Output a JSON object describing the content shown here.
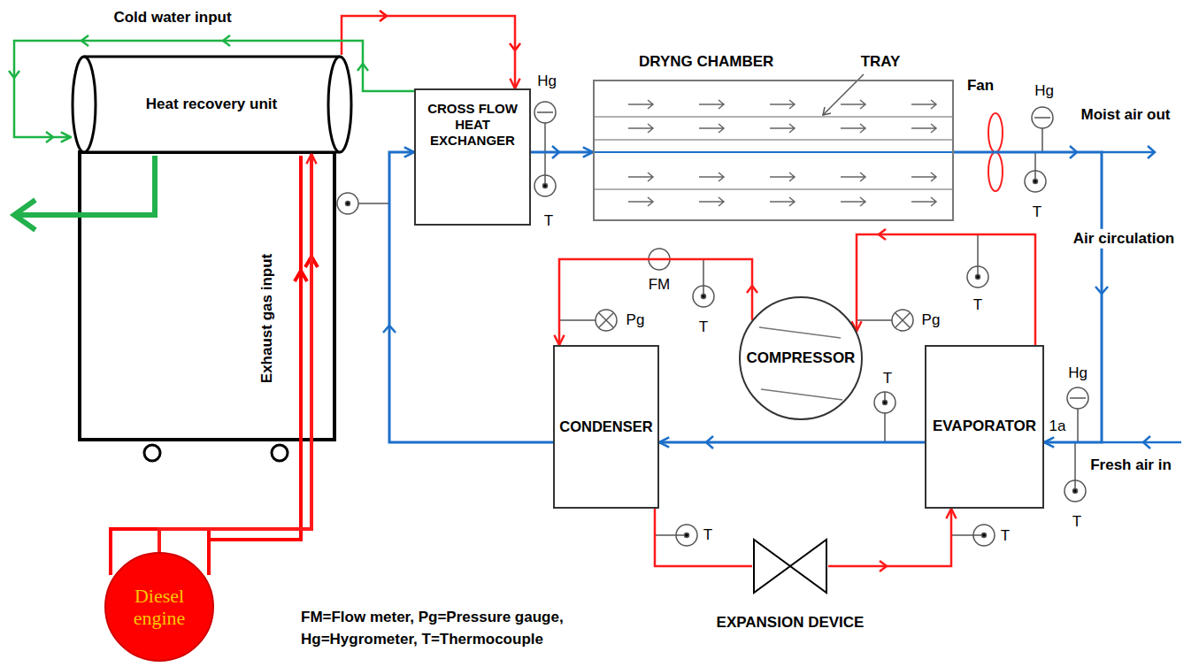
{
  "diagram": {
    "nodes": [
      {
        "text": [
          "Heat recovery unit"
        ]
      },
      {
        "text": [
          "CROSS FLOW HEAT EXCHANGER"
        ]
      },
      {
        "text": [
          "DRYNG CHAMBER"
        ]
      },
      {
        "text": [
          "COMPRESSOR"
        ]
      },
      {
        "text": [
          "CONDENSER"
        ]
      },
      {
        "text": [
          "EVAPORATOR"
        ]
      },
      {
        "text": [
          "EXPANSION DEVICE"
        ]
      },
      {
        "text": [
          "Diesel engine"
        ]
      }
    ],
    "edges": [
      {
        "from": 7,
        "to": 0,
        "arrow": "to",
        "label": "Exhaust gas input"
      },
      {
        "from": 0,
        "to": 1,
        "arrow": "to"
      },
      {
        "from": 1,
        "to": 0,
        "arrow": "to",
        "label": "Cold water input"
      },
      {
        "from": 1,
        "to": 2,
        "arrow": "to"
      },
      {
        "from": 2,
        "to": 5,
        "arrow": "to",
        "label": "Air circulation"
      },
      {
        "from": 5,
        "to": 4,
        "arrow": "to"
      },
      {
        "from": 4,
        "to": 1,
        "arrow": "to"
      },
      {
        "from": 5,
        "to": 3,
        "arrow": "to"
      },
      {
        "from": 3,
        "to": 4,
        "arrow": "to"
      },
      {
        "from": 4,
        "to": 6,
        "arrow": "none"
      },
      {
        "from": 6,
        "to": 5,
        "arrow": "to"
      }
    ],
    "labels": [
      "Hg",
      "TRAY",
      "Fan",
      "Hg",
      "Moist air out",
      "T",
      "T",
      "FM",
      "Pg",
      "Pg",
      "T",
      "T",
      "Hg",
      "T",
      "1a",
      "Fresh air in",
      "T",
      "T",
      "T",
      "FM=Flow meter, Pg=Pressure gauge, Hg=Hygrometer, T=Thermocouple"
    ]
  }
}
